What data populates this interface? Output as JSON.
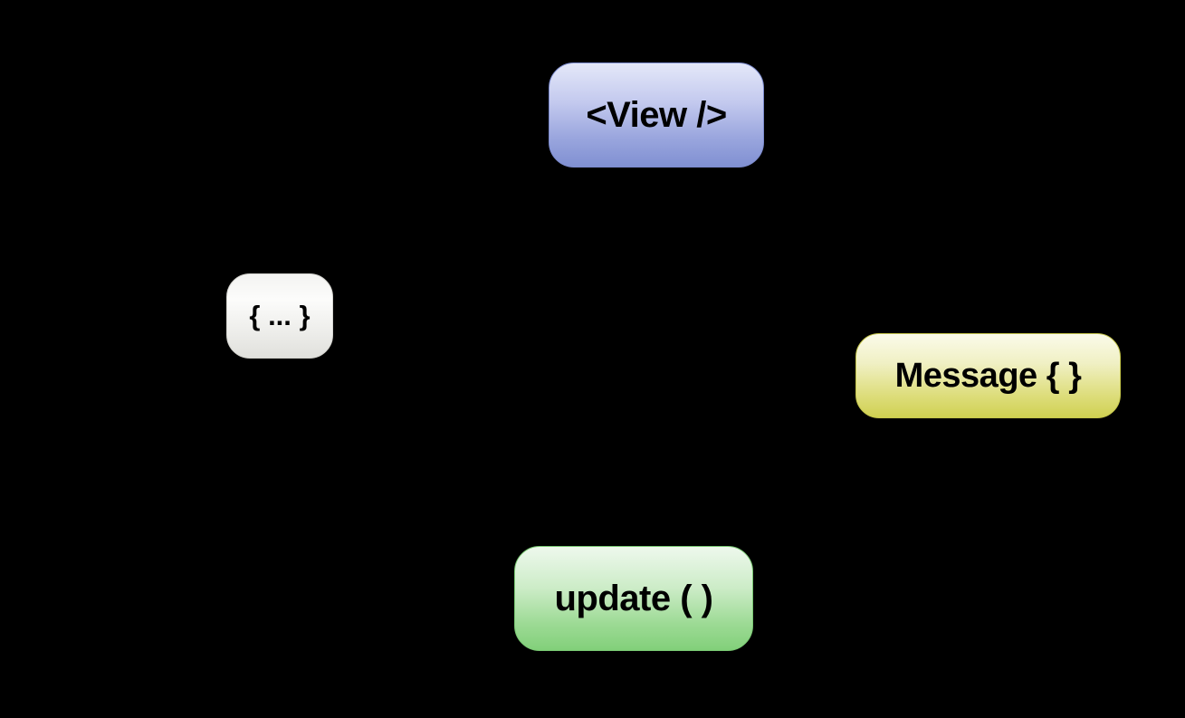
{
  "diagram": {
    "title": "model-view-update-architecture",
    "background_color": "#000000",
    "text_color": "#000000",
    "nodes": {
      "view": {
        "label": "<View />",
        "color_top": "#e4e8f9",
        "color_bottom": "#8090d2"
      },
      "model": {
        "label": "{ ... }",
        "color_top": "#fcfcfb",
        "color_bottom": "#e0e0dc"
      },
      "message": {
        "label": "Message { }",
        "color_top": "#fbfbea",
        "color_bottom": "#d0d152"
      },
      "update": {
        "label": "update ( )",
        "color_top": "#eef8ed",
        "color_bottom": "#82d07a"
      }
    }
  }
}
